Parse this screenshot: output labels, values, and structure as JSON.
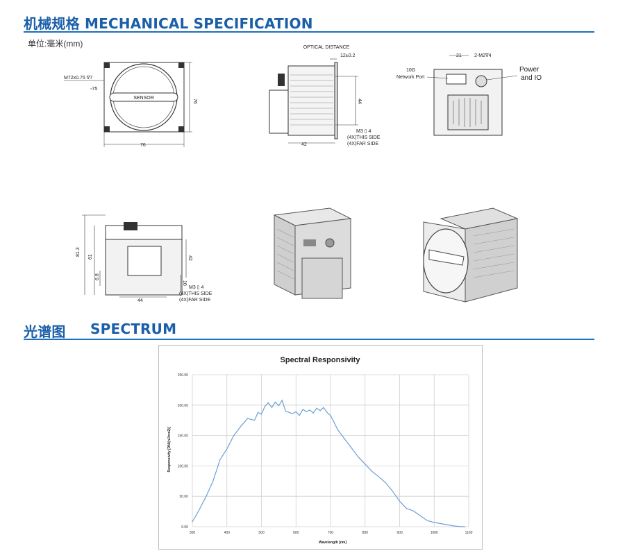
{
  "sections": {
    "mechanical": {
      "title": "机械规格 MECHANICAL SPECIFICATION"
    },
    "spectrum": {
      "title_cn": "光谱图",
      "title_en": "SPECTRUM"
    }
  },
  "unit_label": "单位:毫米(mm)",
  "drawings": {
    "front": {
      "mount": "M72x0.75 ∇7",
      "diameter": "▫75",
      "sensor": "SENSOR",
      "width": "76",
      "height": "76"
    },
    "side": {
      "optical_distance": "OPTICAL DISTANCE",
      "optical_value": "12±0.2",
      "dim_44": "44",
      "dim_42": "42",
      "screw": "M3 ▯ 4",
      "this_side": "(4X)THIS SIDE",
      "far_side": "(4X)FAR SIDE"
    },
    "back": {
      "dim_21": "21",
      "screw": "2-M2∇4",
      "port_a": "10G",
      "port_b": "Network Port",
      "power_a": "Power",
      "power_b": "and IO"
    },
    "bottom": {
      "dim_813": "81.3",
      "dim_61": "61",
      "dim_68": "6.8",
      "dim_42": "42",
      "dim_10": "10",
      "dim_44": "44",
      "screw": "M3 ▯ 4",
      "this_side": "(4X)THIS SIDE",
      "far_side": "(4X)FAR SIDE"
    }
  },
  "chart_data": {
    "type": "line",
    "title": "Spectral Responsivity",
    "xlabel": "Wavelength [nm]",
    "ylabel": "Responsivity [DN/(nJ/cm2)]",
    "xlim": [
      300,
      1100
    ],
    "ylim": [
      0,
      250
    ],
    "x_ticks": [
      "300",
      "400",
      "500",
      "600",
      "700",
      "800",
      "900",
      "1000",
      "1100"
    ],
    "y_ticks": [
      "0.00",
      "50.00",
      "100.00",
      "150.00",
      "200.00",
      "250.00"
    ],
    "grid": true,
    "color": "#6a9fd4",
    "series": [
      {
        "x": [
          300,
          320,
          340,
          360,
          380,
          400,
          420,
          440,
          460,
          480,
          490,
          500,
          510,
          520,
          530,
          540,
          550,
          560,
          570,
          580,
          590,
          600,
          610,
          620,
          630,
          640,
          650,
          660,
          670,
          680,
          690,
          700,
          710,
          720,
          740,
          760,
          780,
          800,
          820,
          840,
          860,
          880,
          900,
          920,
          940,
          960,
          980,
          1000,
          1020,
          1040,
          1060,
          1080,
          1090
        ],
        "values": [
          8,
          28,
          50,
          75,
          110,
          128,
          150,
          165,
          178,
          175,
          188,
          185,
          198,
          204,
          196,
          205,
          199,
          208,
          190,
          188,
          186,
          189,
          183,
          193,
          189,
          192,
          187,
          195,
          191,
          196,
          188,
          183,
          172,
          160,
          145,
          130,
          115,
          103,
          91,
          82,
          72,
          58,
          42,
          30,
          26,
          18,
          10,
          7,
          5,
          3,
          1,
          0,
          0
        ]
      }
    ]
  }
}
